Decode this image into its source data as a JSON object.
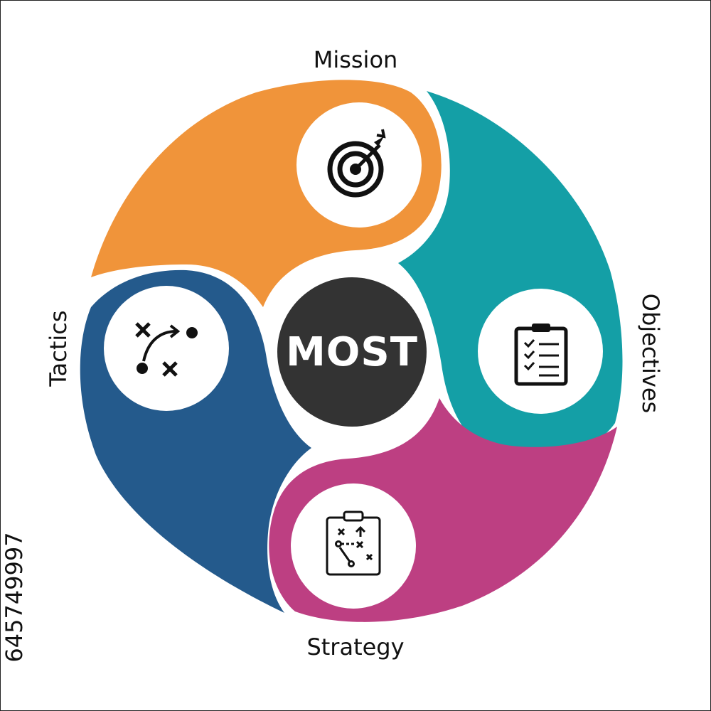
{
  "center": {
    "title": "MOST"
  },
  "segments": [
    {
      "key": "mission",
      "label": "Mission",
      "color": "#F0943A",
      "icon": "target-icon"
    },
    {
      "key": "objectives",
      "label": "Objectives",
      "color": "#149FA6",
      "icon": "clipboard-checklist-icon"
    },
    {
      "key": "strategy",
      "label": "Strategy",
      "color": "#BD3F82",
      "icon": "strategy-board-icon"
    },
    {
      "key": "tactics",
      "label": "Tactics",
      "color": "#245A8C",
      "icon": "tactics-play-icon"
    }
  ],
  "center_color": "#333333",
  "stock_id": "645749997"
}
